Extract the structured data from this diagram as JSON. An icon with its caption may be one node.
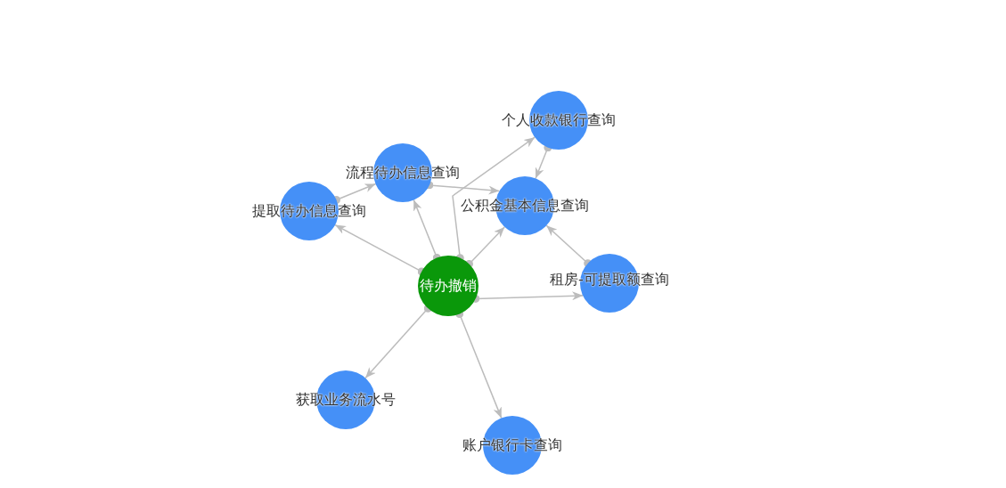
{
  "diagram": {
    "nodes": [
      {
        "text": [
          "个人收款银行查询"
        ]
      },
      {
        "text": [
          "流程待办信息查询"
        ]
      },
      {
        "text": [
          "提取待办信息查询"
        ]
      },
      {
        "text": [
          "公积金基本信息查询"
        ]
      },
      {
        "text": [
          "待办撤销"
        ]
      },
      {
        "text": [
          "租房-可提取额查询"
        ]
      },
      {
        "text": [
          "获取业务流水号"
        ]
      },
      {
        "text": [
          "账户银行卡查询"
        ]
      }
    ],
    "edges": [
      {
        "from": 2,
        "to": 1,
        "arrow": "to"
      },
      {
        "from": 1,
        "to": 3,
        "arrow": "to"
      },
      {
        "from": 0,
        "to": 3,
        "arrow": "to"
      },
      {
        "from": 4,
        "to": 2,
        "arrow": "to"
      },
      {
        "from": 4,
        "to": 1,
        "arrow": "to"
      },
      {
        "from": 4,
        "to": 0,
        "arrow": "to"
      },
      {
        "from": 4,
        "to": 3,
        "arrow": "to"
      },
      {
        "from": 4,
        "to": 5,
        "arrow": "to"
      },
      {
        "from": 4,
        "to": 6,
        "arrow": "to"
      },
      {
        "from": 4,
        "to": 7,
        "arrow": "to"
      },
      {
        "from": 5,
        "to": 3,
        "arrow": "to"
      }
    ]
  }
}
